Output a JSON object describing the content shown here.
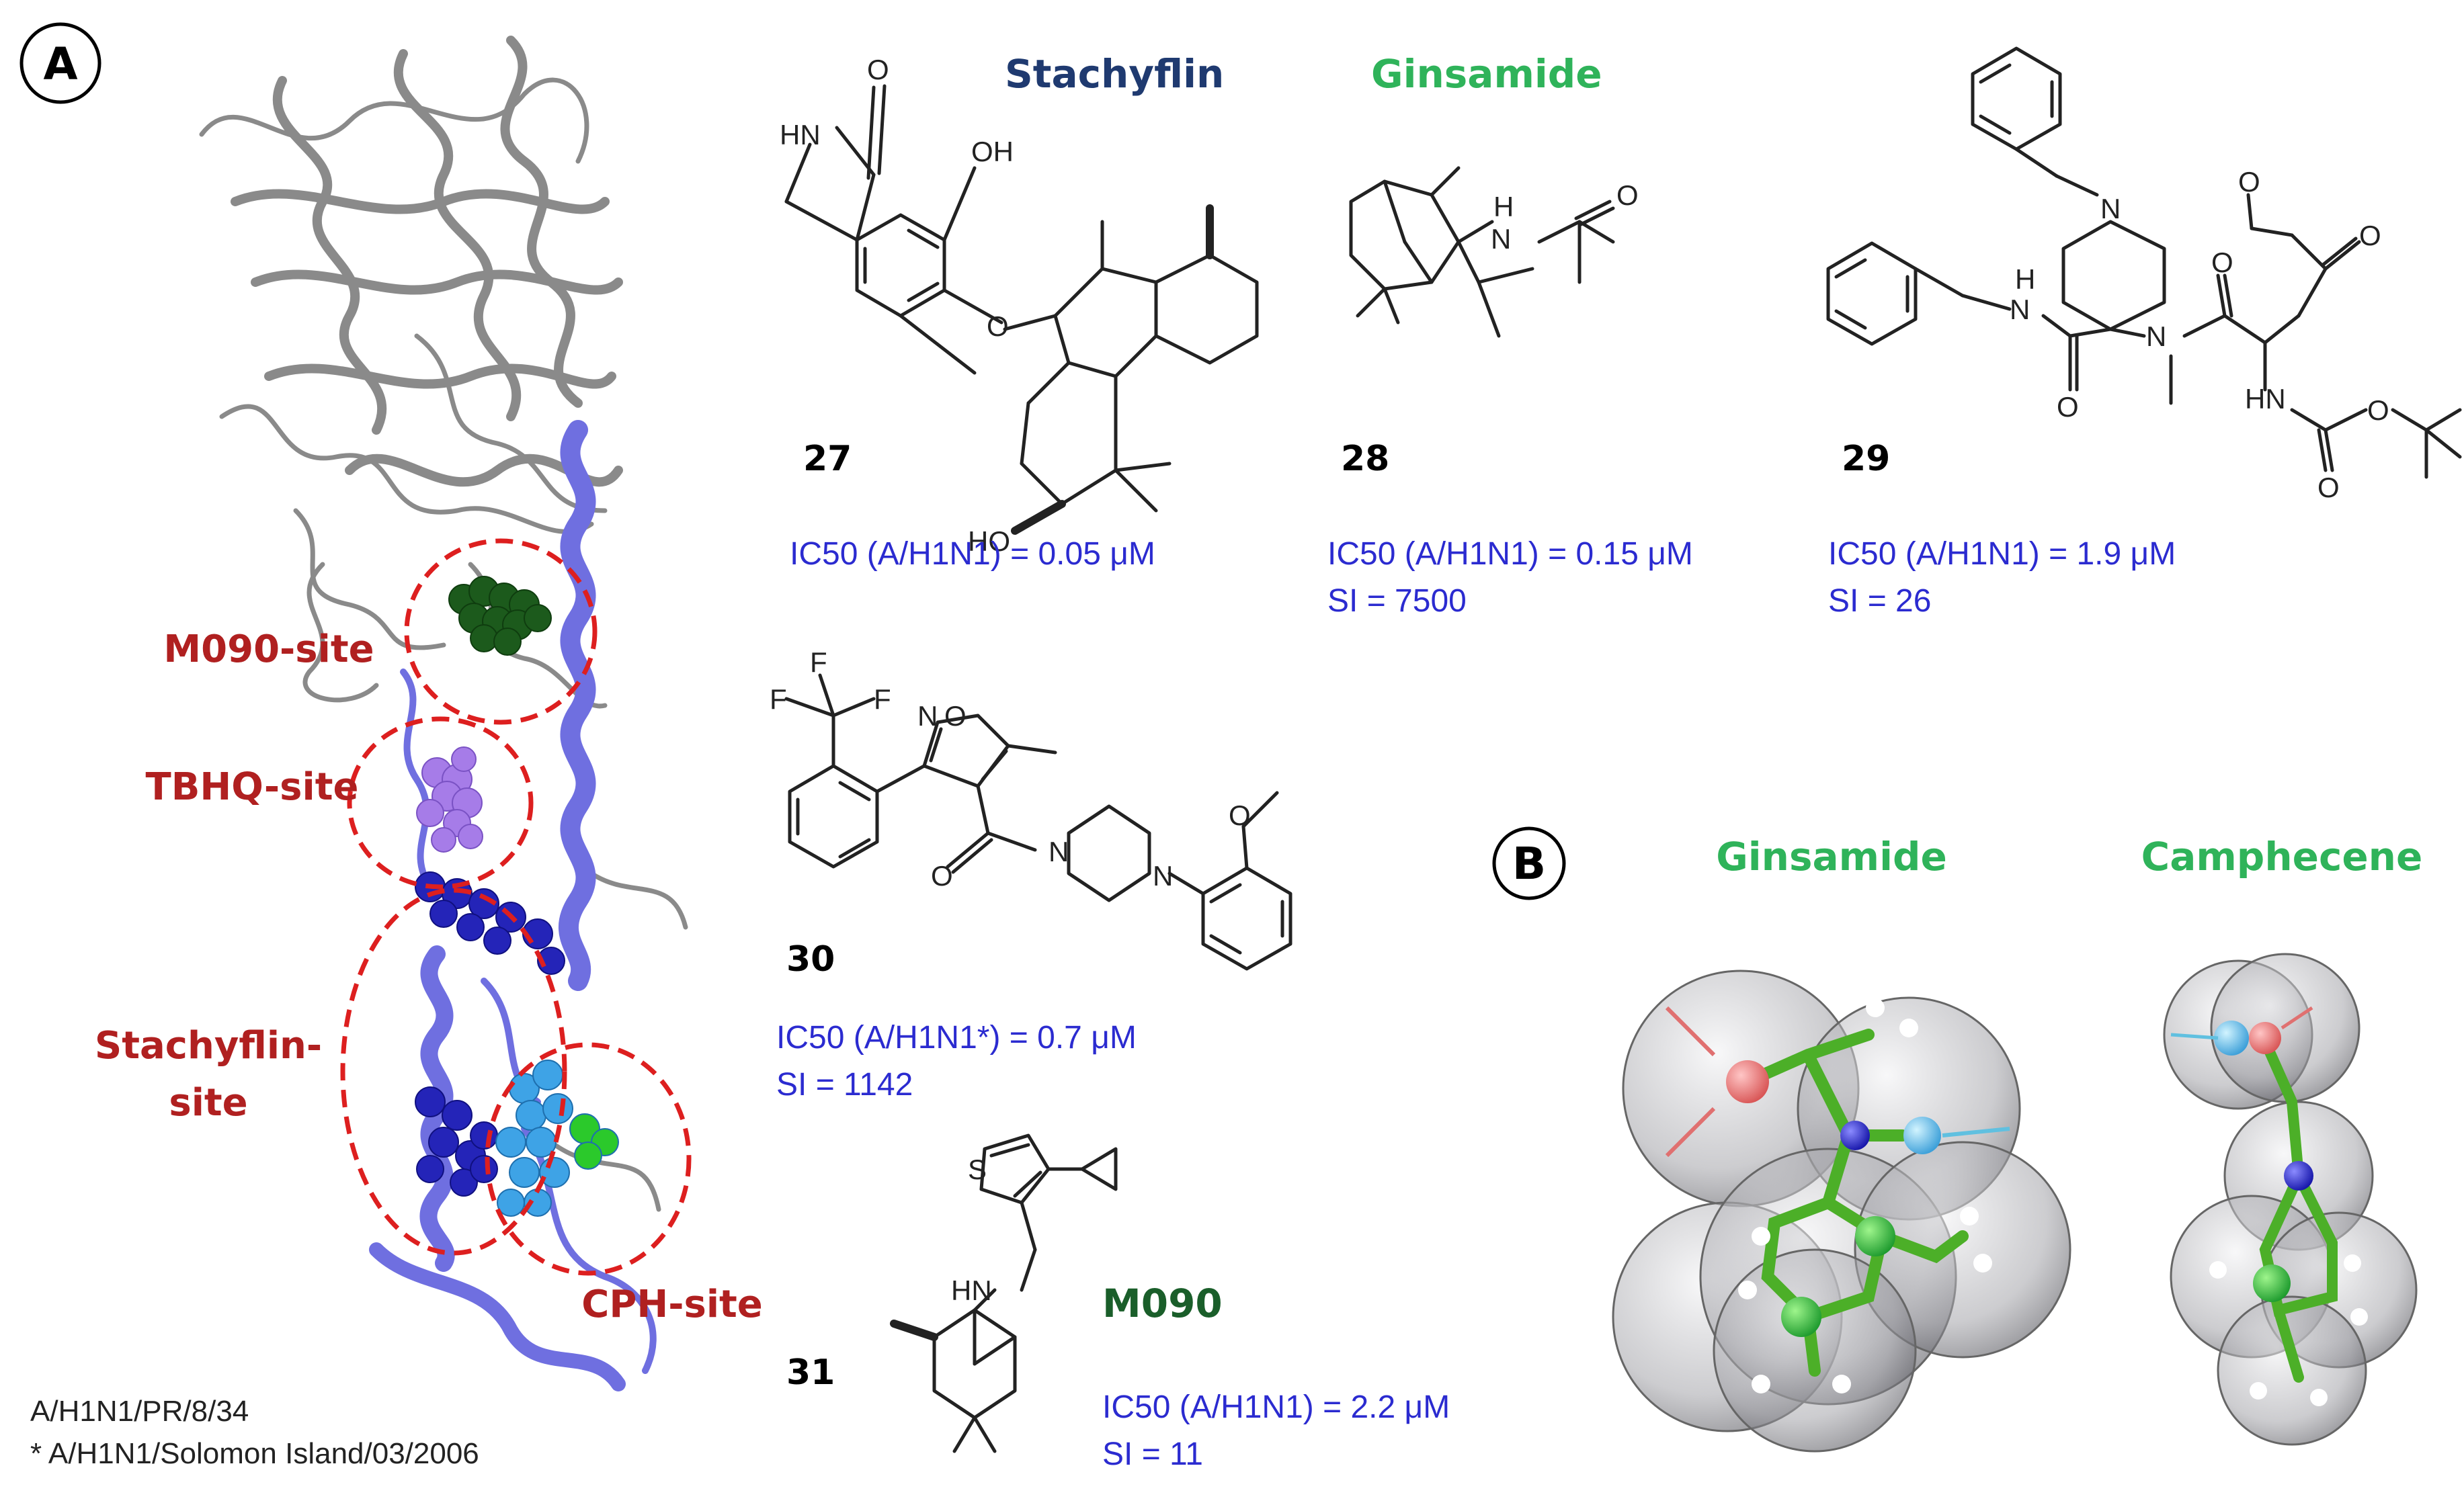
{
  "panels": {
    "a": "A",
    "b": "B"
  },
  "sites": {
    "m090": "M090-site",
    "tbhq": "TBHQ-site",
    "stachyflin_1": "Stachyflin-",
    "stachyflin_2": "site",
    "cph": "CPH-site"
  },
  "compounds": {
    "c27": {
      "number": "27",
      "name": "Stachyflin",
      "activity_1": "IC50 (A/H1N1) = 0.05 μM",
      "activity_2": ""
    },
    "c28": {
      "number": "28",
      "name": "Ginsamide",
      "activity_1": "IC50 (A/H1N1) = 0.15 μM",
      "activity_2": "SI = 7500"
    },
    "c29": {
      "number": "29",
      "name": "",
      "activity_1": "IC50 (A/H1N1) = 1.9 μM",
      "activity_2": "SI = 26"
    },
    "c30": {
      "number": "30",
      "name": "",
      "activity_1": "IC50 (A/H1N1*) = 0.7 μM",
      "activity_2": "SI = 1142"
    },
    "c31": {
      "number": "31",
      "name": "M090",
      "activity_1": "IC50 (A/H1N1) = 2.2 μM",
      "activity_2": "SI = 11"
    }
  },
  "atom_labels": {
    "o": "O",
    "oh": "OH",
    "ho": "HO",
    "hn": "HN",
    "h": "H",
    "n": "N",
    "f": "F",
    "s": "S"
  },
  "models": {
    "left": "Ginsamide",
    "right": "Camphecene"
  },
  "footnotes": {
    "line1": "A/H1N1/PR/8/34",
    "line2": "* A/H1N1/Solomon Island/03/2006"
  },
  "colors": {
    "site_label": "#b02020",
    "site_circle": "#dd1f1f",
    "activity_text": "#2b2bd0",
    "stachyflin_name": "#1f3a70",
    "ginsamide_name": "#2fb35a",
    "m090_name": "#1a5e2a",
    "camphecene_name": "#2fb35a",
    "helix": "#6f6fe0",
    "protein_grey": "#8a8a8a"
  },
  "icons": [
    "panel-a-badge-icon",
    "panel-b-badge-icon"
  ]
}
